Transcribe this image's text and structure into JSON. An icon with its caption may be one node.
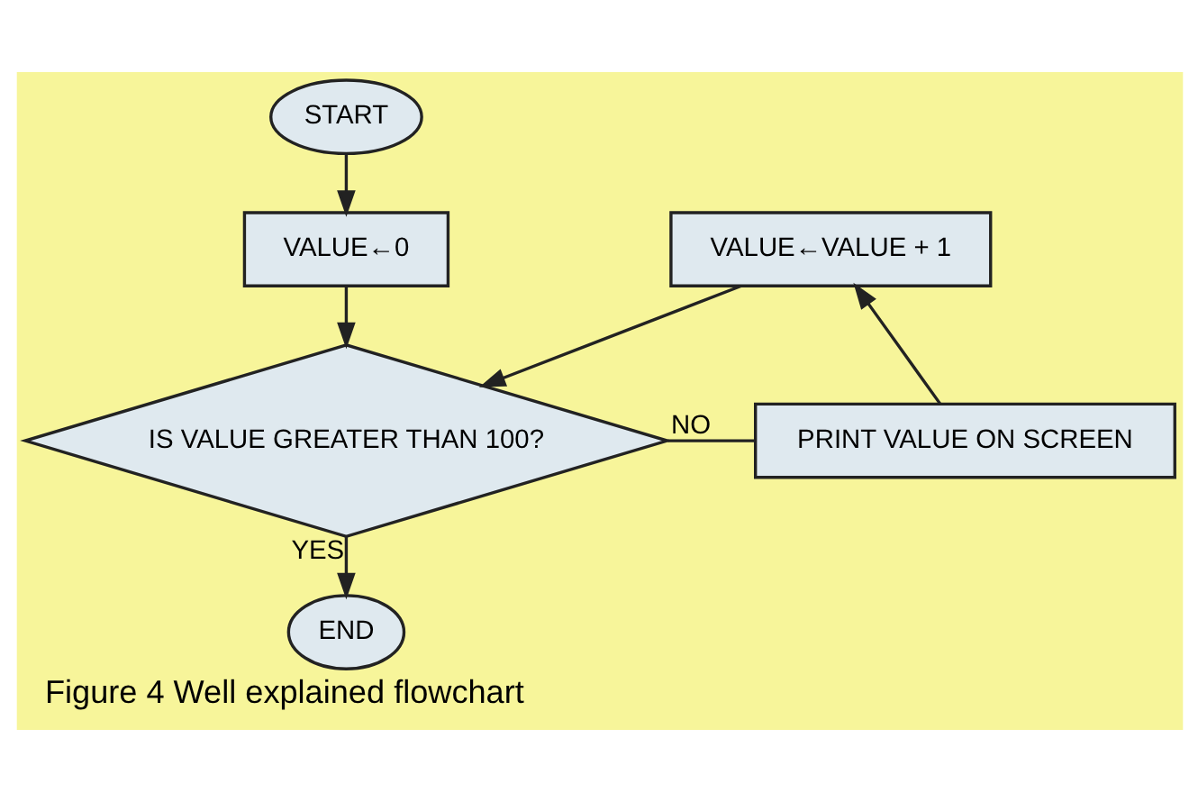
{
  "diagram": {
    "caption": "Figure 4 Well explained flowchart",
    "nodes": [
      {
        "text": [
          "START"
        ]
      },
      {
        "text": [
          "VALUE←0"
        ]
      },
      {
        "text": [
          "VALUE←VALUE + 1"
        ]
      },
      {
        "text": [
          "PRINT VALUE ON SCREEN"
        ]
      },
      {
        "text": [
          "IS VALUE GREATER THAN 100?"
        ]
      },
      {
        "text": [
          "END"
        ]
      }
    ],
    "edges": [
      {
        "from": 0,
        "to": 1,
        "arrow": "to"
      },
      {
        "from": 1,
        "to": 4,
        "arrow": "to"
      },
      {
        "from": 2,
        "to": 4,
        "arrow": "to"
      },
      {
        "from": 4,
        "to": 3,
        "arrow": "none",
        "label": "NO"
      },
      {
        "from": 3,
        "to": 2,
        "arrow": "to"
      },
      {
        "from": 4,
        "to": 5,
        "arrow": "to",
        "label": "YES"
      }
    ]
  }
}
